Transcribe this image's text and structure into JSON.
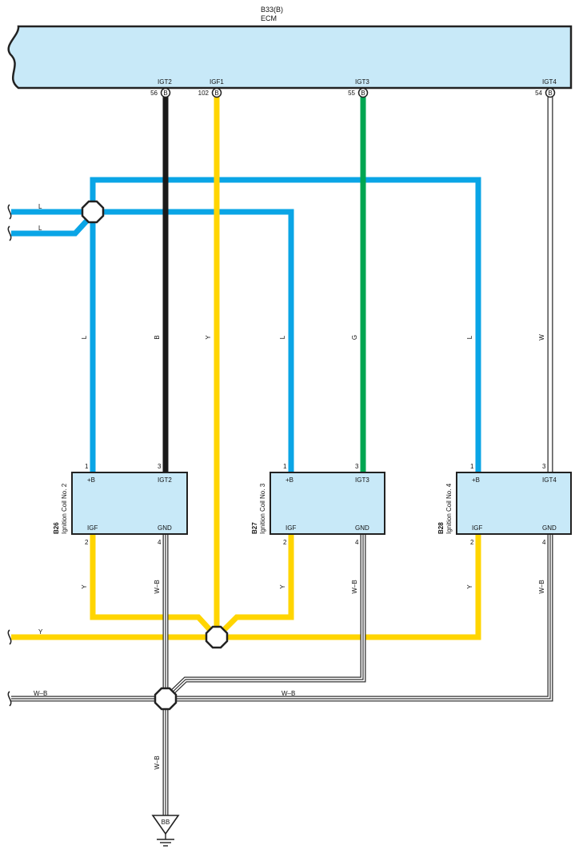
{
  "ecm": {
    "connector": "B33(B)",
    "name": "ECM"
  },
  "ecm_pins": [
    {
      "signal": "IGT2",
      "number": "56",
      "letter": "B"
    },
    {
      "signal": "IGF1",
      "number": "102",
      "letter": "B"
    },
    {
      "signal": "IGT3",
      "number": "55",
      "letter": "B"
    },
    {
      "signal": "IGT4",
      "number": "54",
      "letter": "B"
    }
  ],
  "wire_colors": {
    "L": "#0aa5e6",
    "B": "#1a1a1a",
    "Y": "#ffd500",
    "G": "#00a651",
    "W": "#ffffff",
    "W-B": "#333333"
  },
  "wire_labels": {
    "left_l1": "L",
    "left_l2": "L",
    "left_y": "Y",
    "left_wb": "W–B",
    "right_wb": "W–B",
    "ground_wb": "W–B",
    "coil2_l": "L",
    "igt2_b": "B",
    "igf1_y": "Y",
    "coil3_l": "L",
    "igt3_g": "G",
    "coil4_l": "L",
    "igt4_w": "W",
    "coil2_y": "Y",
    "coil2_wb": "W–B",
    "coil3_y": "Y",
    "coil3_wb": "W–B",
    "coil4_y": "Y",
    "coil4_wb": "W–B"
  },
  "coils": [
    {
      "id": "B26",
      "name": "Ignition Coil No. 2",
      "pin1_no": "1",
      "pin3_no": "3",
      "pin2_no": "2",
      "pin4_no": "4",
      "pin1": "+B",
      "pin3": "IGT2",
      "pin2": "IGF",
      "pin4": "GND"
    },
    {
      "id": "B27",
      "name": "Ignition Coil No. 3",
      "pin1_no": "1",
      "pin3_no": "3",
      "pin2_no": "2",
      "pin4_no": "4",
      "pin1": "+B",
      "pin3": "IGT3",
      "pin2": "IGF",
      "pin4": "GND"
    },
    {
      "id": "B28",
      "name": "Ignition Coil No. 4",
      "pin1_no": "1",
      "pin3_no": "3",
      "pin2_no": "2",
      "pin4_no": "4",
      "pin1": "+B",
      "pin3": "IGT4",
      "pin2": "IGF",
      "pin4": "GND"
    }
  ],
  "ground": {
    "label": "BB"
  }
}
